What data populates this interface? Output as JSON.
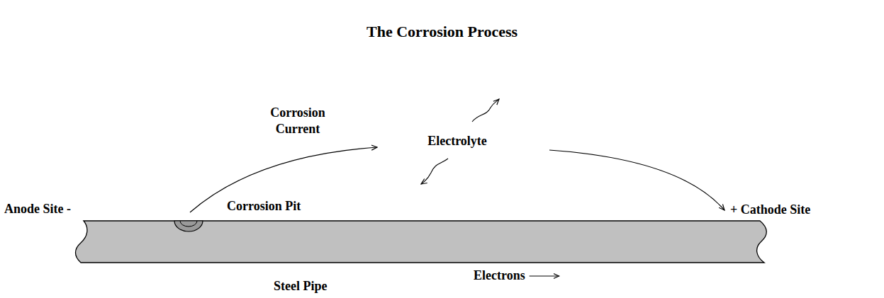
{
  "diagram": {
    "title": "The Corrosion Process",
    "labels": [
      "Corrosion Current",
      "Electrolyte",
      "Anode Site -",
      "Corrosion Pit",
      "+ Cathode Site",
      "Steel Pipe",
      "Electrons"
    ]
  }
}
